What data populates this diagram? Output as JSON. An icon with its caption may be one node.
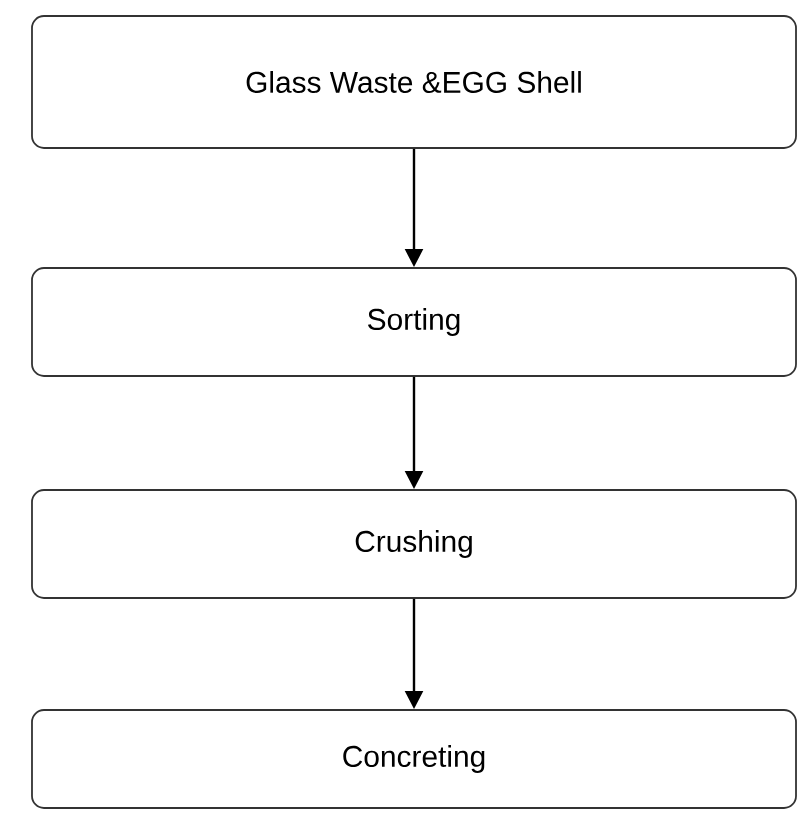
{
  "diagram": {
    "nodes": [
      {
        "text": [
          "Glass Waste &EGG Shell"
        ]
      },
      {
        "text": [
          "Sorting"
        ]
      },
      {
        "text": [
          "Crushing"
        ]
      },
      {
        "text": [
          "Concreting"
        ]
      }
    ],
    "edges": [
      {
        "from": 0,
        "to": 1,
        "arrow": "to"
      },
      {
        "from": 1,
        "to": 2,
        "arrow": "to"
      },
      {
        "from": 2,
        "to": 3,
        "arrow": "to"
      }
    ]
  }
}
